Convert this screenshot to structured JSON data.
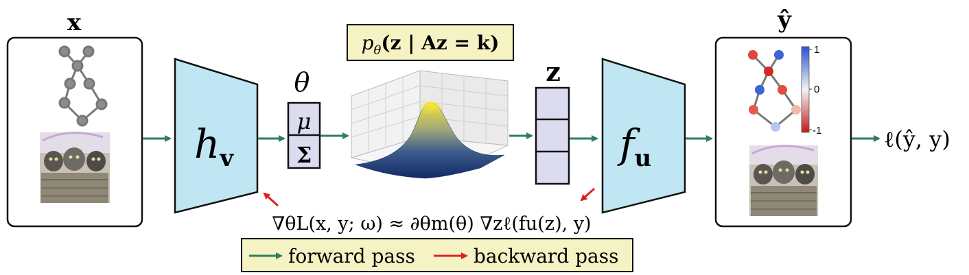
{
  "input": {
    "label": "x"
  },
  "encoder": {
    "symbol": "h",
    "subscript": "v"
  },
  "params": {
    "theta": "θ",
    "mu": "μ",
    "sigma": "Σ"
  },
  "distribution": {
    "formula": "pθ(z | Az = k)",
    "p": "p",
    "theta": "θ",
    "body": "(z | Az = k)"
  },
  "latent": {
    "label": "z"
  },
  "decoder": {
    "symbol": "f",
    "subscript": "u"
  },
  "output": {
    "label": "ŷ",
    "colorbar": {
      "max": "1",
      "mid": "0",
      "min": "-1"
    }
  },
  "loss": {
    "formula": "ℓ(ŷ, y)"
  },
  "gradient": {
    "formula": "∇θL(x, y; ω) ≈ ∂θm(θ) ∇zℓ(fu(z), y)"
  },
  "legend": {
    "forward": "forward pass",
    "backward": "backward pass"
  },
  "colors": {
    "forward_arrow": "#2e7d5e",
    "backward_arrow": "#e02020",
    "network_fill": "#bfe6f2",
    "vector_fill": "#dcdcf0",
    "formula_box": "#f5f3c4"
  }
}
